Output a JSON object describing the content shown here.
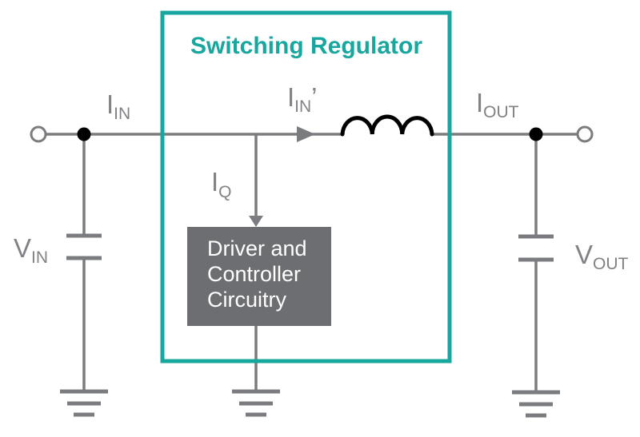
{
  "diagram": {
    "title": "Switching Regulator",
    "labels": {
      "i_in": {
        "main": "I",
        "sub": "IN"
      },
      "i_in_prime": {
        "main": "I",
        "sub": "IN",
        "prime": "’"
      },
      "i_out": {
        "main": "I",
        "sub": "OUT"
      },
      "i_q": {
        "main": "I",
        "sub": "Q"
      },
      "v_in": {
        "main": "V",
        "sub": "IN"
      },
      "v_out": {
        "main": "V",
        "sub": "OUT"
      }
    },
    "driver_box": {
      "line1": "Driver and",
      "line2": "Controller",
      "line3": "Circuitry"
    },
    "symbols": {
      "inductor": "inductor-coil",
      "capacitor_left": "input-capacitor",
      "capacitor_right": "output-capacitor",
      "ground": "earth-ground",
      "terminal_left": "input-terminal",
      "terminal_right": "output-terminal"
    }
  },
  "colors": {
    "teal": "#17A79F",
    "wire": "#7B7C7F",
    "label": "#808285",
    "box-fill": "#6D6E71",
    "box-text": "#FFFFFF",
    "inductor": "#000000",
    "dot": "#000000",
    "background": "#FFFFFF"
  }
}
